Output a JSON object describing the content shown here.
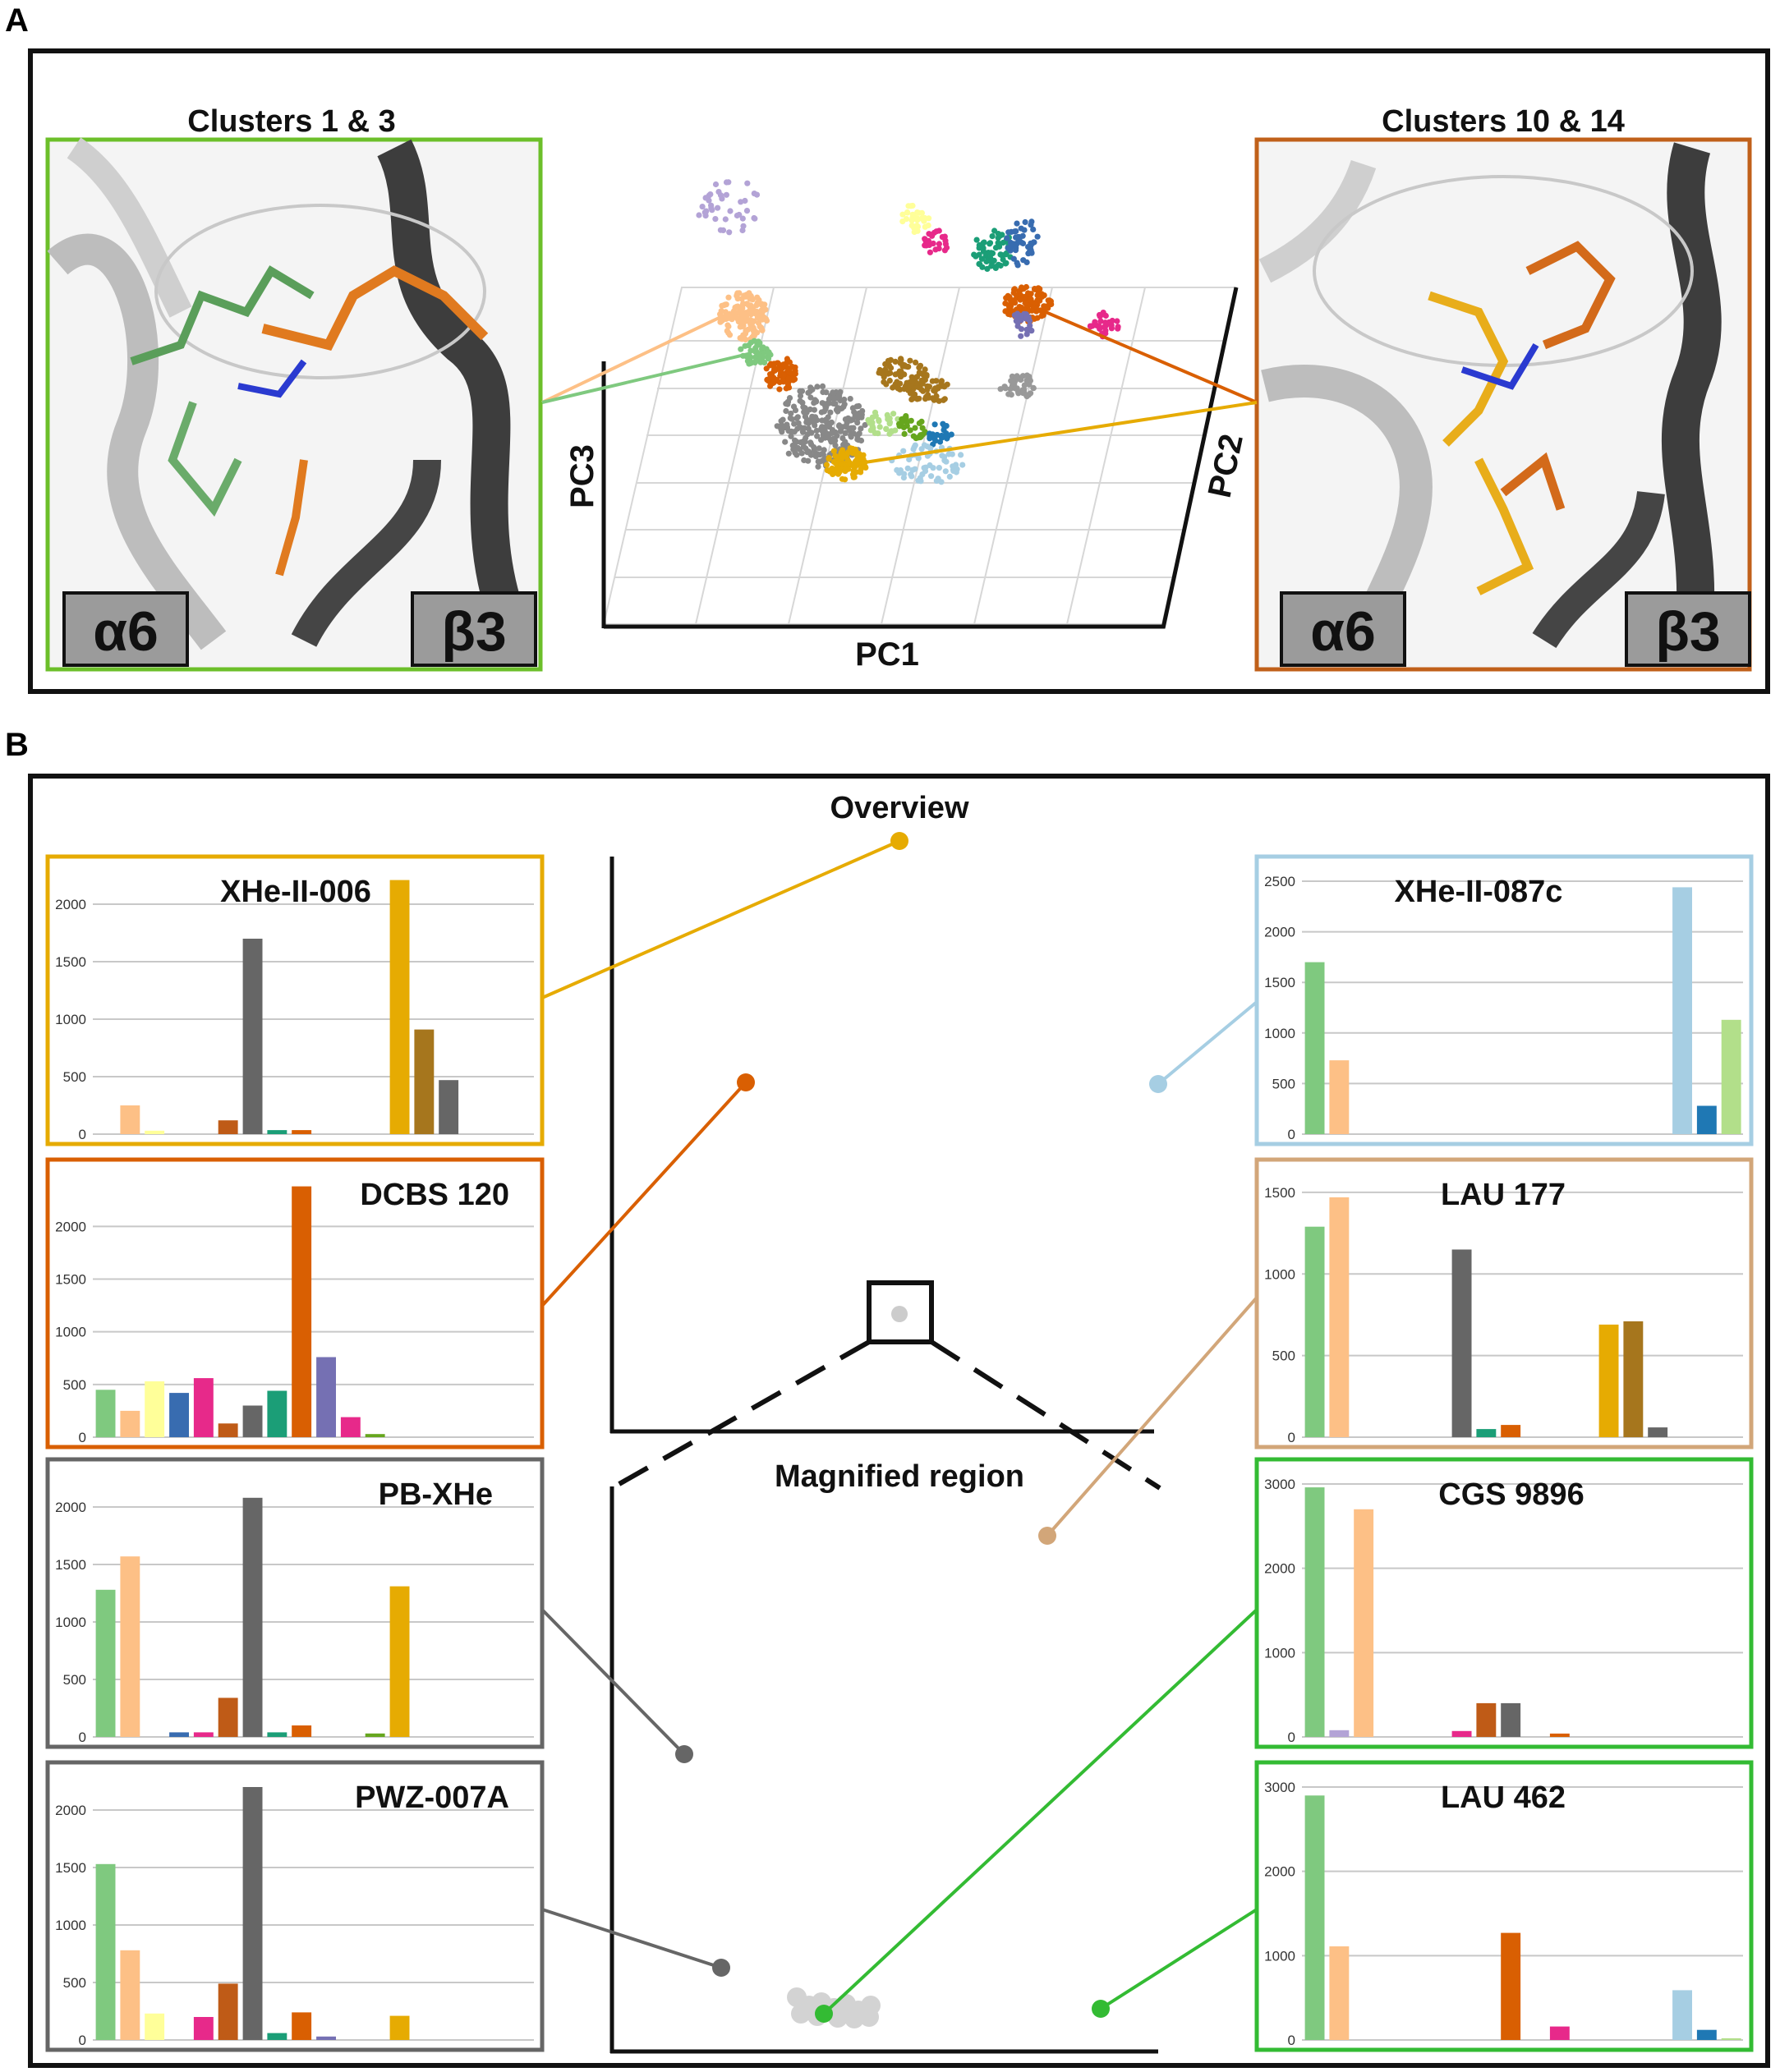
{
  "panel_a": {
    "label": "A",
    "left_title": "Clusters 1 & 3",
    "right_title": "Clusters 10 & 14",
    "alpha_label": "α6",
    "beta_label": "β3",
    "axis_pc1": "PC1",
    "axis_pc2": "PC2",
    "axis_pc3": "PC3"
  },
  "panel_b": {
    "label": "B",
    "overview_label": "Overview",
    "magnified_label": "Magnified region"
  },
  "colors": {
    "c1": "#7fc97f",
    "c2": "#fdc086",
    "c3": "#ffff99",
    "c4": "#386cb0",
    "c5": "#e7298a",
    "c6": "#bf5b17",
    "c7": "#666666",
    "c8": "#1b9e77",
    "c9": "#d95f02",
    "c10": "#7570b3",
    "c11": "#e7298a",
    "c12": "#66a61e",
    "c13": "#e6ab02",
    "c14": "#a6761d",
    "c15": "#666666",
    "c16": "#a6cee3",
    "c17": "#1f78b4",
    "c18": "#b2df8a"
  },
  "chart_data": [
    {
      "type": "bar",
      "title": "XHe-II-006",
      "frame_color": "#e6ab02",
      "ylim": [
        0,
        2200
      ],
      "yticks": [
        0,
        500,
        1000,
        1500,
        2000
      ],
      "series": [
        {
          "cluster": 2,
          "value": 250,
          "color": "#fdc086"
        },
        {
          "cluster": 3,
          "value": 30,
          "color": "#ffff99"
        },
        {
          "cluster": 6,
          "value": 120,
          "color": "#bf5b17"
        },
        {
          "cluster": 7,
          "value": 1700,
          "color": "#666666"
        },
        {
          "cluster": 8,
          "value": 35,
          "color": "#1b9e77"
        },
        {
          "cluster": 9,
          "value": 35,
          "color": "#d95f02"
        },
        {
          "cluster": 13,
          "value": 2210,
          "color": "#e6ab02"
        },
        {
          "cluster": 14,
          "value": 910,
          "color": "#a6761d"
        },
        {
          "cluster": 15,
          "value": 470,
          "color": "#666666"
        }
      ]
    },
    {
      "type": "bar",
      "title": "DCBS 120",
      "frame_color": "#d95f02",
      "ylim": [
        0,
        2400
      ],
      "yticks": [
        0,
        500,
        1000,
        1500,
        2000
      ],
      "series": [
        {
          "cluster": 1,
          "value": 450,
          "color": "#7fc97f"
        },
        {
          "cluster": 2,
          "value": 250,
          "color": "#fdc086"
        },
        {
          "cluster": 3,
          "value": 530,
          "color": "#ffff99"
        },
        {
          "cluster": 4,
          "value": 420,
          "color": "#386cb0"
        },
        {
          "cluster": 5,
          "value": 560,
          "color": "#e7298a"
        },
        {
          "cluster": 6,
          "value": 130,
          "color": "#bf5b17"
        },
        {
          "cluster": 7,
          "value": 300,
          "color": "#666666"
        },
        {
          "cluster": 8,
          "value": 440,
          "color": "#1b9e77"
        },
        {
          "cluster": 9,
          "value": 2380,
          "color": "#d95f02"
        },
        {
          "cluster": 10,
          "value": 760,
          "color": "#7570b3"
        },
        {
          "cluster": 11,
          "value": 190,
          "color": "#e7298a"
        },
        {
          "cluster": 12,
          "value": 30,
          "color": "#66a61e"
        }
      ]
    },
    {
      "type": "bar",
      "title": "PB-XHe",
      "frame_color": "#666666",
      "ylim": [
        0,
        2200
      ],
      "yticks": [
        0,
        500,
        1000,
        1500,
        2000
      ],
      "series": [
        {
          "cluster": 1,
          "value": 1280,
          "color": "#7fc97f"
        },
        {
          "cluster": 2,
          "value": 1570,
          "color": "#fdc086"
        },
        {
          "cluster": 4,
          "value": 40,
          "color": "#386cb0"
        },
        {
          "cluster": 5,
          "value": 40,
          "color": "#e7298a"
        },
        {
          "cluster": 6,
          "value": 340,
          "color": "#bf5b17"
        },
        {
          "cluster": 7,
          "value": 2080,
          "color": "#666666"
        },
        {
          "cluster": 8,
          "value": 40,
          "color": "#1b9e77"
        },
        {
          "cluster": 9,
          "value": 100,
          "color": "#d95f02"
        },
        {
          "cluster": 12,
          "value": 30,
          "color": "#66a61e"
        },
        {
          "cluster": 13,
          "value": 1310,
          "color": "#e6ab02"
        }
      ]
    },
    {
      "type": "bar",
      "title": "PWZ-007A",
      "frame_color": "#666666",
      "ylim": [
        0,
        2200
      ],
      "yticks": [
        0,
        500,
        1000,
        1500,
        2000
      ],
      "series": [
        {
          "cluster": 1,
          "value": 1530,
          "color": "#7fc97f"
        },
        {
          "cluster": 2,
          "value": 780,
          "color": "#fdc086"
        },
        {
          "cluster": 3,
          "value": 230,
          "color": "#ffff99"
        },
        {
          "cluster": 5,
          "value": 200,
          "color": "#e7298a"
        },
        {
          "cluster": 6,
          "value": 490,
          "color": "#bf5b17"
        },
        {
          "cluster": 7,
          "value": 2200,
          "color": "#666666"
        },
        {
          "cluster": 8,
          "value": 60,
          "color": "#1b9e77"
        },
        {
          "cluster": 9,
          "value": 240,
          "color": "#d95f02"
        },
        {
          "cluster": 10,
          "value": 30,
          "color": "#7570b3"
        },
        {
          "cluster": 13,
          "value": 210,
          "color": "#e6ab02"
        }
      ]
    },
    {
      "type": "bar",
      "title": "XHe-II-087c",
      "frame_color": "#a6cee3",
      "ylim": [
        0,
        2500
      ],
      "yticks": [
        0,
        500,
        1000,
        1500,
        2000,
        2500
      ],
      "series": [
        {
          "cluster": 1,
          "value": 1700,
          "color": "#7fc97f"
        },
        {
          "cluster": 2,
          "value": 730,
          "color": "#fdc086"
        },
        {
          "cluster": 16,
          "value": 2440,
          "color": "#a6cee3"
        },
        {
          "cluster": 17,
          "value": 280,
          "color": "#1f78b4"
        },
        {
          "cluster": 18,
          "value": 1130,
          "color": "#b2df8a"
        }
      ]
    },
    {
      "type": "bar",
      "title": "LAU 177",
      "frame_color": "#d2a679",
      "ylim": [
        0,
        1550
      ],
      "yticks": [
        0,
        500,
        1000,
        1500
      ],
      "series": [
        {
          "cluster": 1,
          "value": 1290,
          "color": "#7fc97f"
        },
        {
          "cluster": 2,
          "value": 1470,
          "color": "#fdc086"
        },
        {
          "cluster": 7,
          "value": 1150,
          "color": "#666666"
        },
        {
          "cluster": 8,
          "value": 50,
          "color": "#1b9e77"
        },
        {
          "cluster": 9,
          "value": 75,
          "color": "#d95f02"
        },
        {
          "cluster": 13,
          "value": 690,
          "color": "#e6ab02"
        },
        {
          "cluster": 14,
          "value": 710,
          "color": "#a6761d"
        },
        {
          "cluster": 15,
          "value": 60,
          "color": "#666666"
        }
      ]
    },
    {
      "type": "bar",
      "title": "CGS 9896",
      "frame_color": "#33bb33",
      "ylim": [
        0,
        3000
      ],
      "yticks": [
        0,
        1000,
        2000,
        3000
      ],
      "series": [
        {
          "cluster": 1,
          "value": 2960,
          "color": "#7fc97f"
        },
        {
          "cluster": 2,
          "value": 80,
          "color": "#b3a3d6"
        },
        {
          "cluster": 3,
          "value": 2700,
          "color": "#fdc086"
        },
        {
          "cluster": 7,
          "value": 70,
          "color": "#e7298a"
        },
        {
          "cluster": 8,
          "value": 400,
          "color": "#bf5b17"
        },
        {
          "cluster": 9,
          "value": 400,
          "color": "#666666"
        },
        {
          "cluster": 11,
          "value": 40,
          "color": "#d95f02"
        }
      ]
    },
    {
      "type": "bar",
      "title": "LAU 462",
      "frame_color": "#33bb33",
      "ylim": [
        0,
        3000
      ],
      "yticks": [
        0,
        1000,
        2000,
        3000
      ],
      "series": [
        {
          "cluster": 1,
          "value": 2900,
          "color": "#7fc97f"
        },
        {
          "cluster": 2,
          "value": 1110,
          "color": "#fdc086"
        },
        {
          "cluster": 9,
          "value": 1270,
          "color": "#d95f02"
        },
        {
          "cluster": 11,
          "value": 160,
          "color": "#e7298a"
        },
        {
          "cluster": 16,
          "value": 590,
          "color": "#a6cee3"
        },
        {
          "cluster": 17,
          "value": 120,
          "color": "#1f78b4"
        },
        {
          "cluster": 18,
          "value": 20,
          "color": "#b2df8a"
        }
      ]
    }
  ]
}
